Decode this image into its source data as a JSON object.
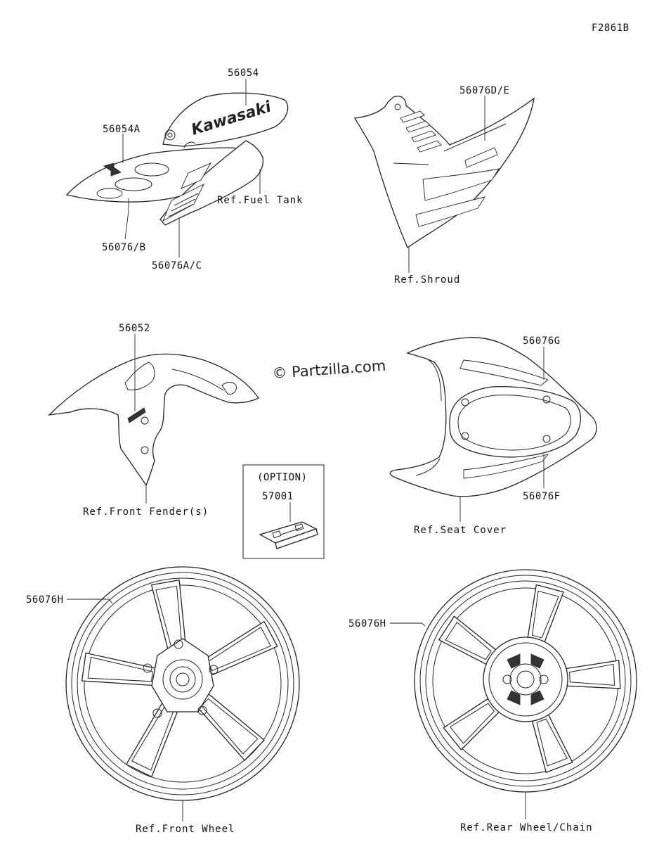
{
  "figure_code": "F2861B",
  "watermark": "© Partzilla.com",
  "brand_text": "Kawasaki",
  "labels": {
    "p56054": "56054",
    "p56054A": "56054A",
    "p56076B": "56076/B",
    "p56076AC": "56076A/C",
    "p56076DE": "56076D/E",
    "p56052": "56052",
    "p56076G": "56076G",
    "p56076F": "56076F",
    "p57001": "57001",
    "p56076H_front": "56076H",
    "p56076H_rear": "56076H"
  },
  "refs": {
    "fuel_tank": "Ref.Fuel Tank",
    "shroud": "Ref.Shroud",
    "front_fender": "Ref.Front Fender(s)",
    "seat_cover": "Ref.Seat Cover",
    "front_wheel": "Ref.Front Wheel",
    "rear_wheel": "Ref.Rear Wheel/Chain"
  },
  "option_label": "(OPTION)"
}
